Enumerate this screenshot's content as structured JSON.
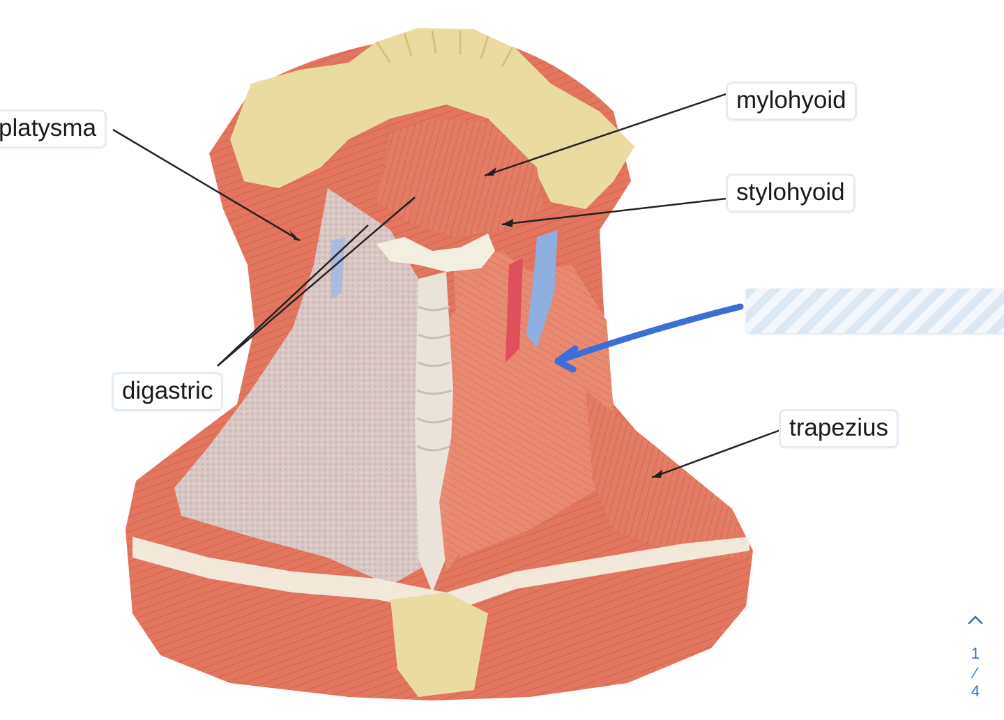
{
  "labels": {
    "platysma": "platysma",
    "mylohyoid": "mylohyoid",
    "stylohyoid": "stylohyoid",
    "digastric": "digastric",
    "trapezius": "trapezius"
  },
  "pager": {
    "current": "1",
    "separator": "⁄",
    "total": "4"
  },
  "colors": {
    "muscle": "#e2765f",
    "muscle_dark": "#c9523d",
    "bone": "#eadca0",
    "tendon": "#f3efe0",
    "fascia": "#d9c9c4",
    "vein": "#8eaee0",
    "annotation_pen": "#3a6fd6",
    "leader_line": "#222222"
  },
  "icons": {
    "pager_up": "chevron-up-icon",
    "pen_arrow": "arrow-icon"
  }
}
